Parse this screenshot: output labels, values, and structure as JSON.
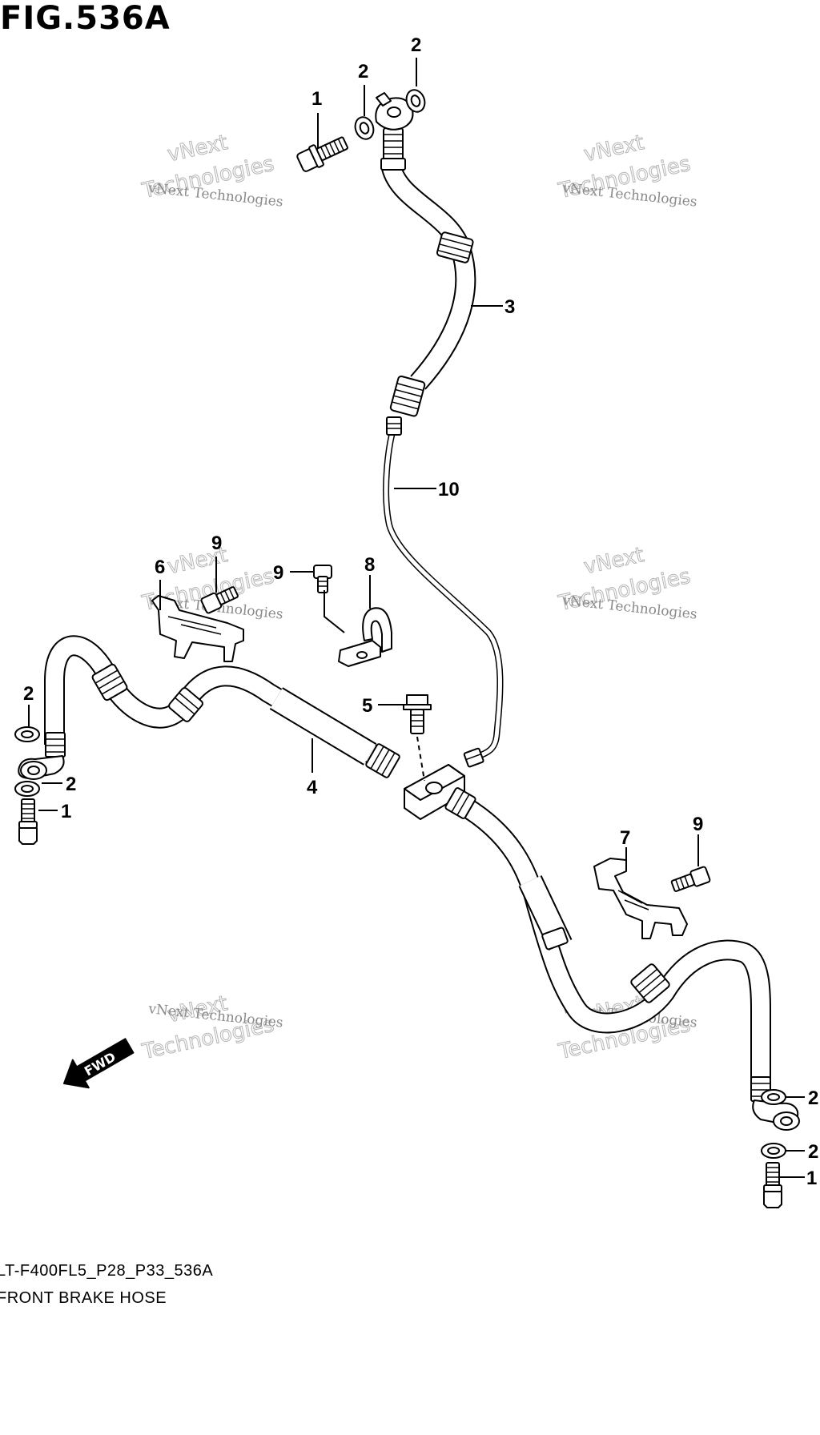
{
  "figure": {
    "title": "FIG.536A",
    "model_code": "LT-F400FL5_P28_P33_536A",
    "description": "FRONT BRAKE HOSE"
  },
  "callouts": [
    {
      "id": "c1a",
      "label": "1"
    },
    {
      "id": "c2a",
      "label": "2"
    },
    {
      "id": "c2b",
      "label": "2"
    },
    {
      "id": "c3",
      "label": "3"
    },
    {
      "id": "c10",
      "label": "10"
    },
    {
      "id": "c9a",
      "label": "9"
    },
    {
      "id": "c6",
      "label": "6"
    },
    {
      "id": "c9b",
      "label": "9"
    },
    {
      "id": "c8",
      "label": "8"
    },
    {
      "id": "c2c",
      "label": "2"
    },
    {
      "id": "c2d",
      "label": "2"
    },
    {
      "id": "c1b",
      "label": "1"
    },
    {
      "id": "c5",
      "label": "5"
    },
    {
      "id": "c4",
      "label": "4"
    },
    {
      "id": "c7",
      "label": "7"
    },
    {
      "id": "c9c",
      "label": "9"
    },
    {
      "id": "c2e",
      "label": "2"
    },
    {
      "id": "c2f",
      "label": "2"
    },
    {
      "id": "c1c",
      "label": "1"
    }
  ],
  "watermark": {
    "line1": "vNext Technologies",
    "line2": "vNext",
    "line3": "Technologies"
  },
  "fwd_label": "FWD"
}
